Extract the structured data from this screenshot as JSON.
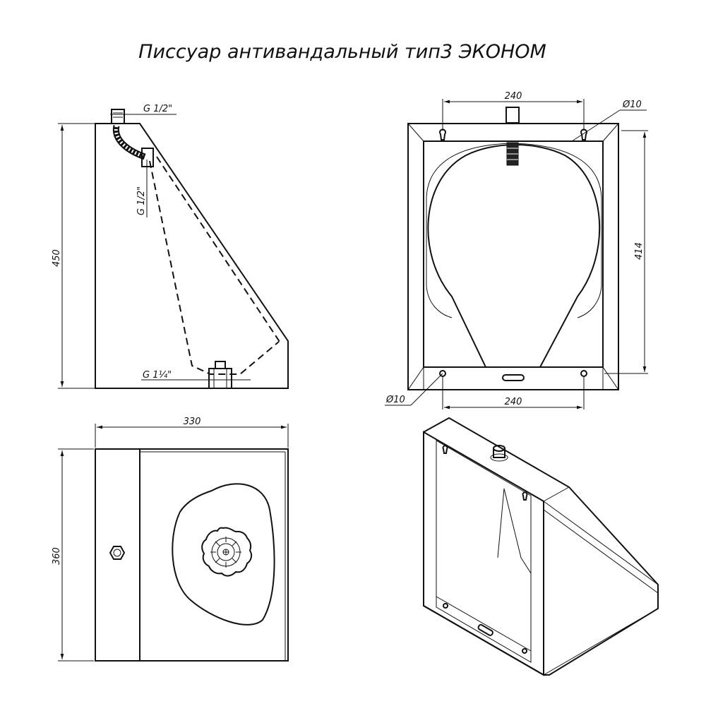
{
  "title": "Писсуар антивандальный тип3 ЭКОНОМ",
  "side_view": {
    "height_label": "450",
    "top_thread_label": "G 1/2\"",
    "vertical_thread_label": "G 1/2\"",
    "drain_thread_label": "G 1¼\""
  },
  "front_view": {
    "top_spacing_label": "240",
    "bottom_spacing_label": "240",
    "height_label": "414",
    "top_hole_label": "Ø10",
    "bottom_hole_label": "Ø10"
  },
  "top_view": {
    "width_label": "330",
    "depth_label": "360"
  },
  "colors": {
    "line": "#111111",
    "background": "#ffffff"
  }
}
